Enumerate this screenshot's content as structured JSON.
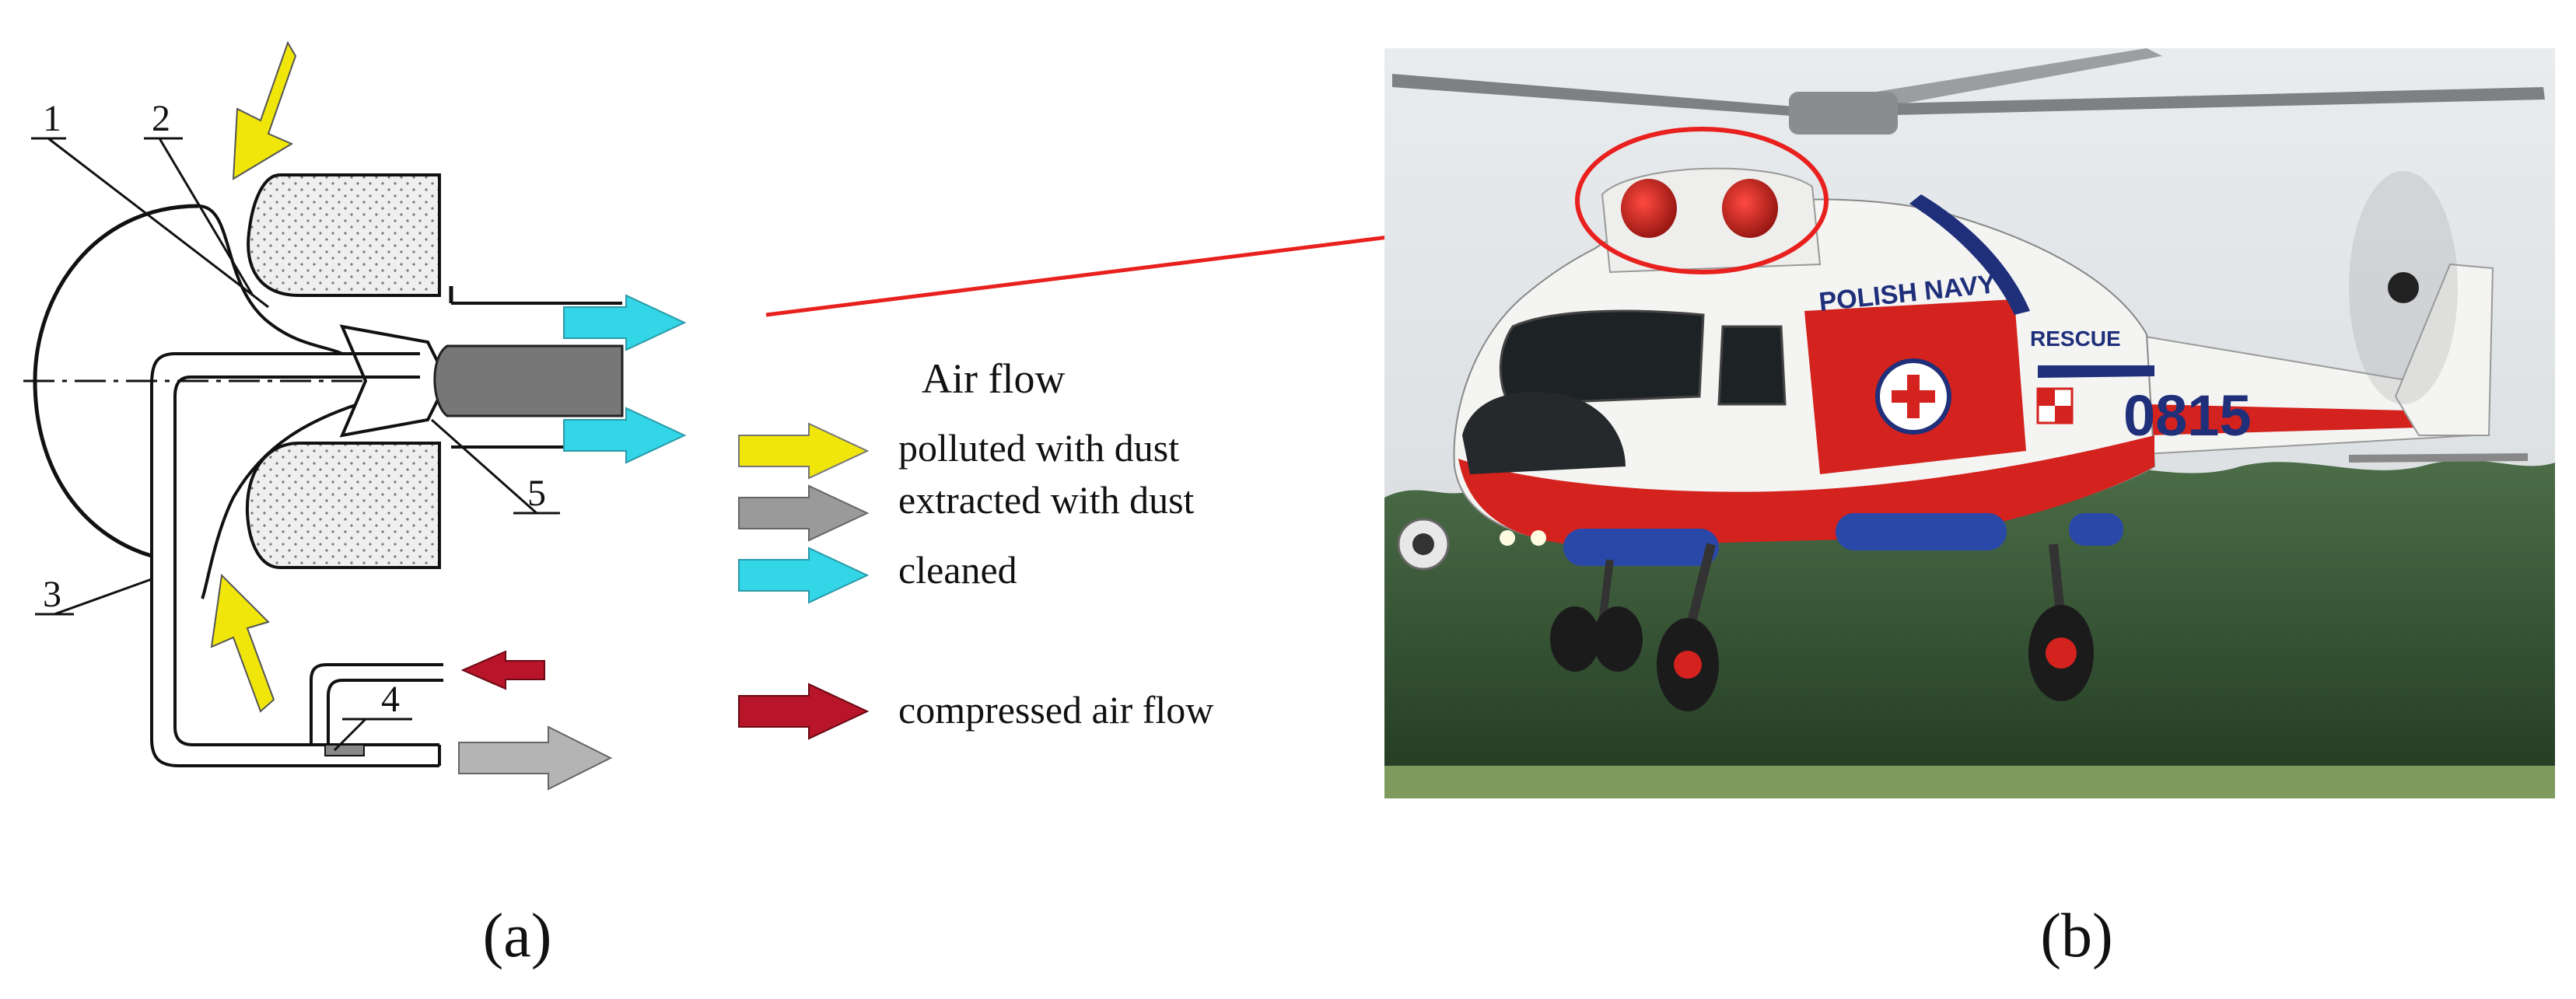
{
  "panel_a": {
    "caption": "(a)",
    "part_numbers": [
      "1",
      "2",
      "3",
      "4",
      "5"
    ],
    "legend": {
      "heading": "Air flow",
      "items": [
        {
          "label": "polluted with dust",
          "color": "#f0e60a",
          "icon": "arrow-right-icon"
        },
        {
          "label": "extracted with dust",
          "color": "#9a9a9a",
          "icon": "arrow-right-icon"
        },
        {
          "label": "cleaned",
          "color": "#33d6e6",
          "icon": "arrow-right-icon"
        },
        {
          "label": "compressed air flow",
          "color": "#b8142a",
          "icon": "arrow-right-icon"
        }
      ]
    },
    "colors": {
      "dust_flow": "#f0e60a",
      "extracted_flow": "#9a9a9a",
      "cleaned_flow": "#33d6e6",
      "compressed_flow": "#b8142a",
      "callout": "#e8201e"
    }
  },
  "panel_b": {
    "caption": "(b)",
    "photo_subject": "helicopter",
    "tail_number": "0815",
    "fuselage_text": "POLISH NAVY",
    "rescue_text": "RESCUE",
    "colors": {
      "sky": "#dfe3e6",
      "trees": "#3a5a38",
      "grass": "#7e9a5c",
      "fuselage_white": "#f4f4f2",
      "fuselage_red": "#d4221e",
      "navy_stripe": "#1f2f7a",
      "inlet_red": "#b91a16"
    }
  }
}
